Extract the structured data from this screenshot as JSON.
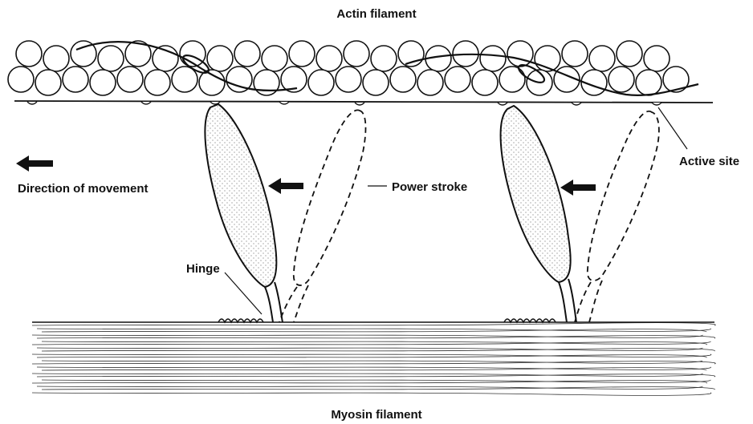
{
  "labels": {
    "actin": "Actin filament",
    "myosin": "Myosin filament",
    "direction": "Direction of movement",
    "power_stroke": "Power stroke",
    "active_site": "Active site",
    "hinge": "Hinge"
  },
  "colors": {
    "ink": "#111111",
    "stipple": "#777777",
    "background": "#ffffff"
  },
  "icons": [
    "arrow-left-icon"
  ]
}
